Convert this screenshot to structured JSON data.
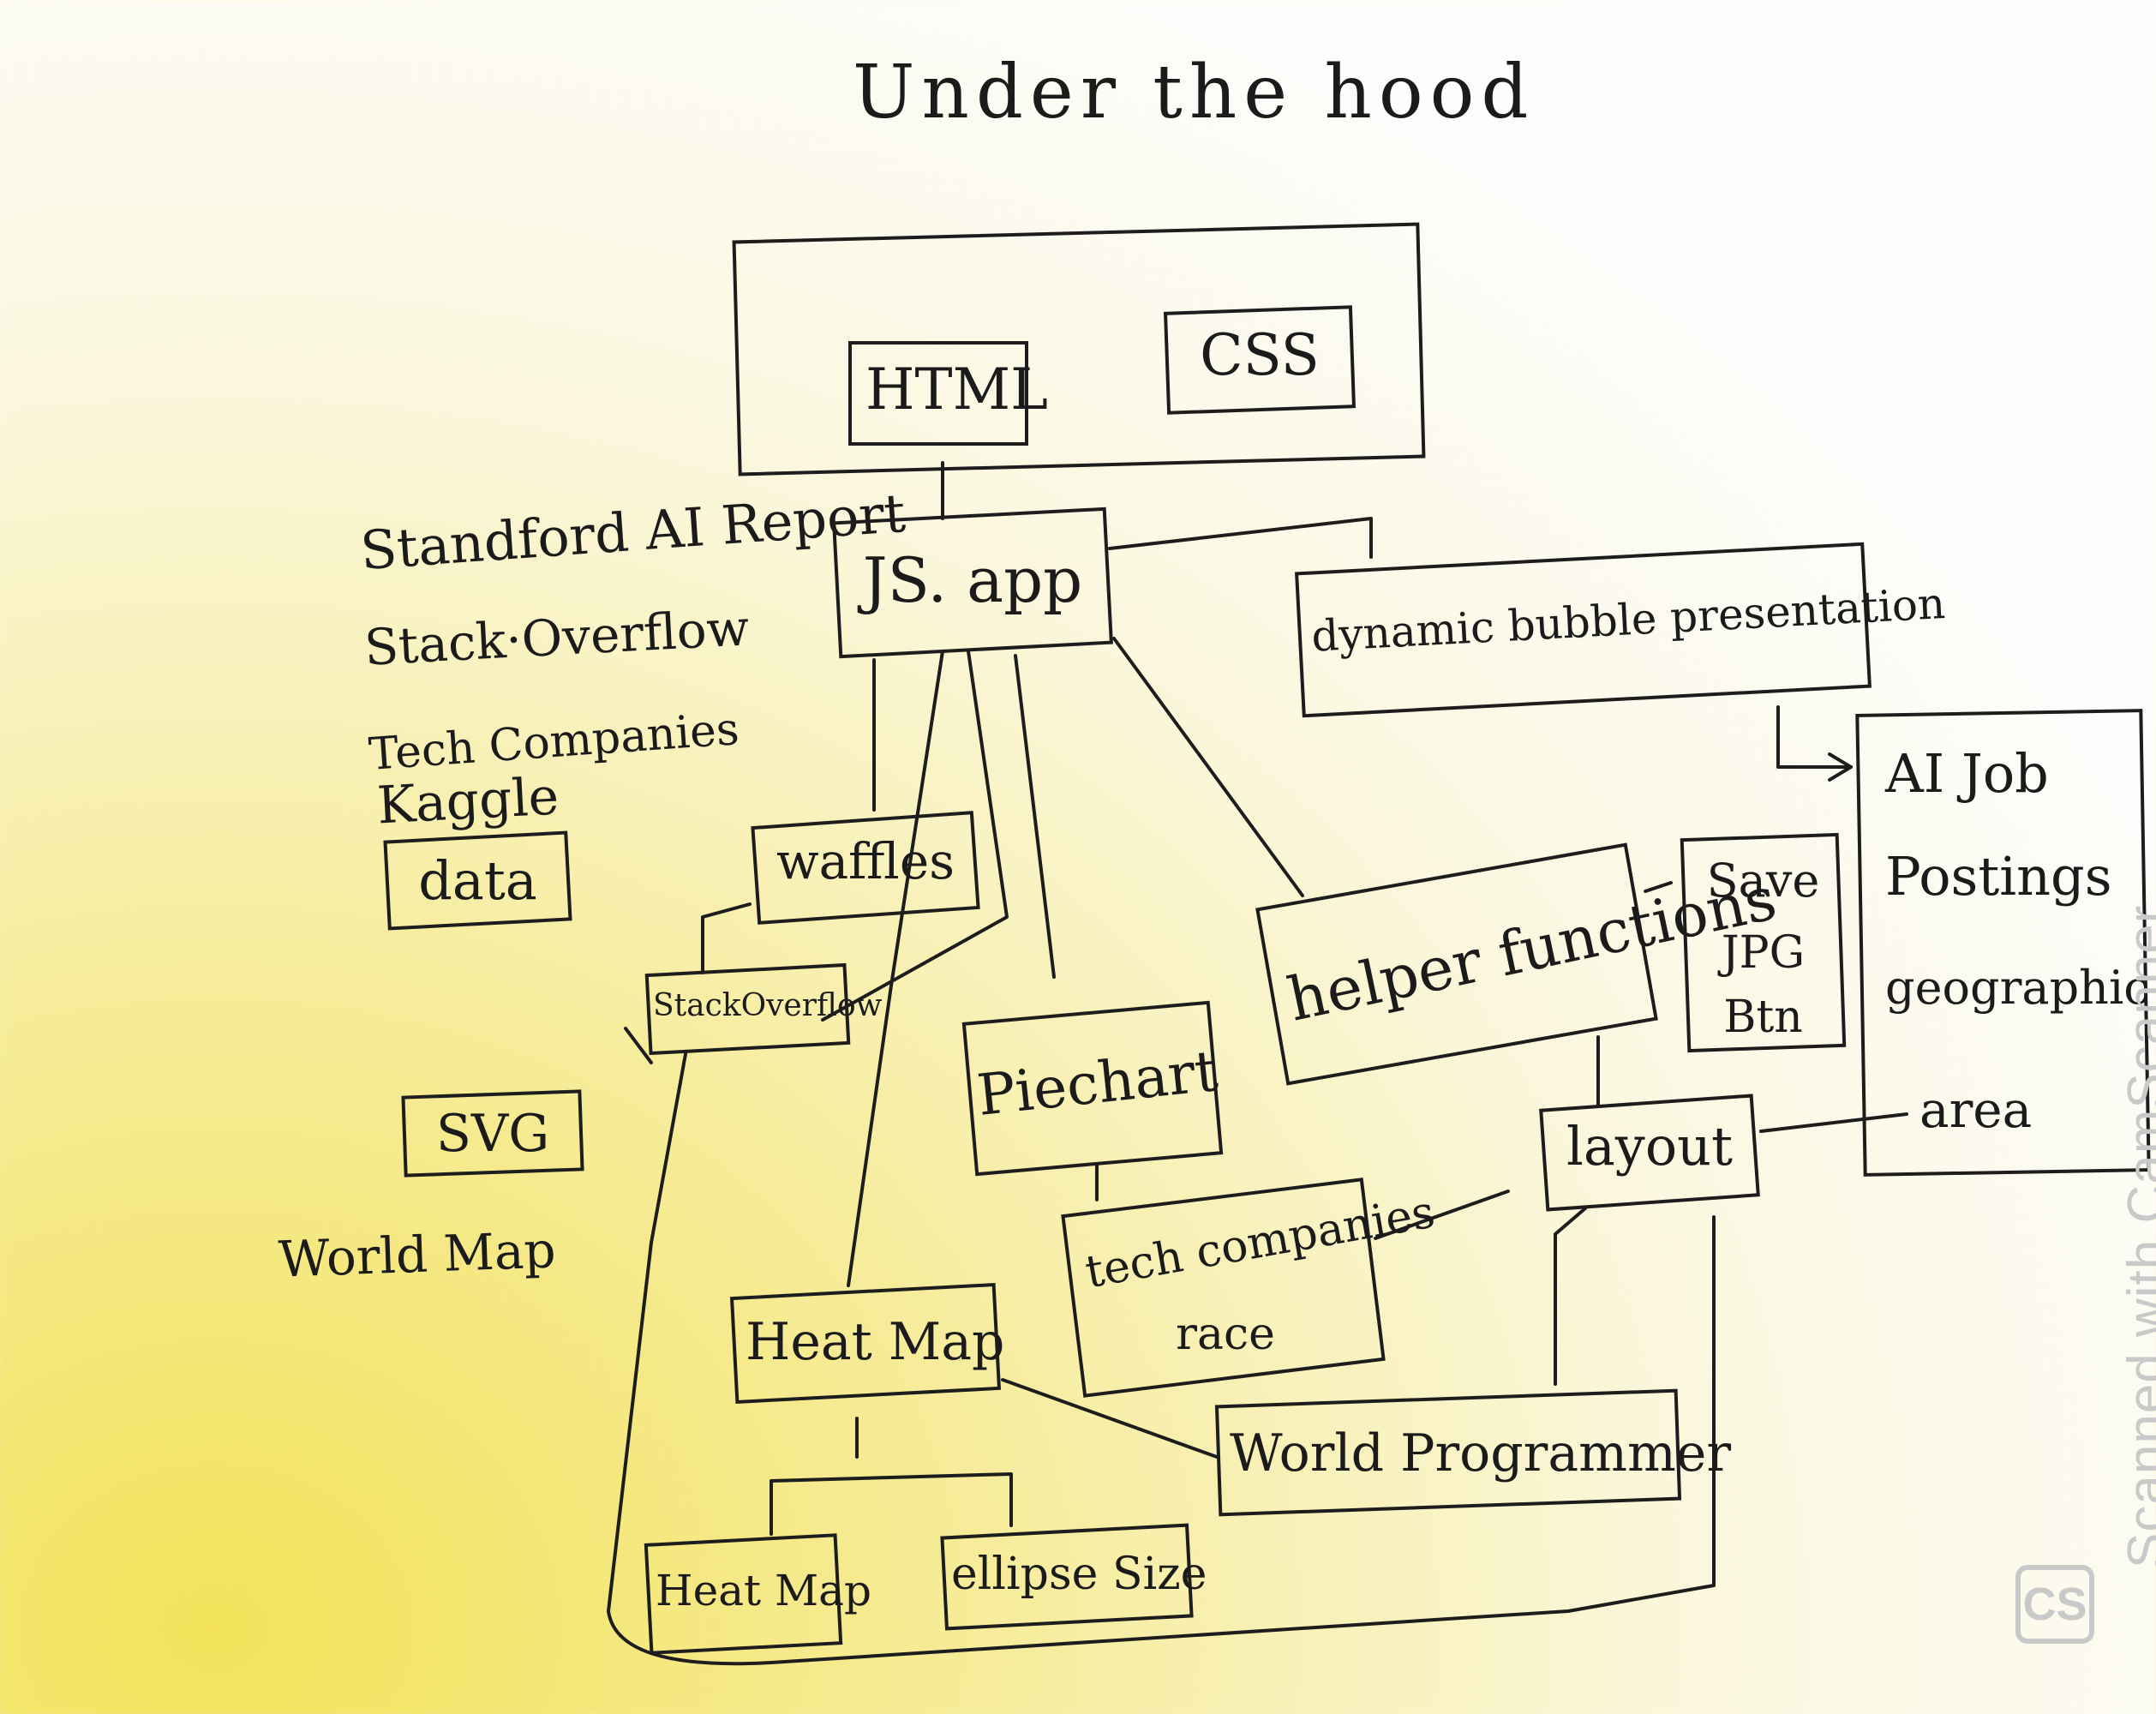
{
  "title": "Under the hood",
  "top_box": {
    "html": "HTML",
    "css": "CSS"
  },
  "sources": [
    "Standford AI Report",
    "Stack·Overflow",
    "Tech Companies",
    "Kaggle"
  ],
  "nodes": {
    "data": "data",
    "js_app": "JS. app",
    "dynamic_bubble": "dynamic bubble presentation",
    "ai_job": [
      "AI Job",
      "Postings",
      "geographic",
      "area"
    ],
    "waffles": "waffles",
    "stackoverflow": "StackOverflow",
    "svg": "SVG",
    "world_map": "World Map",
    "piechart": "Piechart",
    "helper_functions": "helper functions",
    "save_jpg": [
      "Save",
      "JPG",
      "Btn"
    ],
    "layout": "layout",
    "tech_companies_race": [
      "tech companies",
      "race"
    ],
    "heat_map_top": "Heat Map",
    "world_programmer": "World Programmer",
    "heat_map": "Heat Map",
    "ellipse_size": "ellipse Size"
  },
  "watermark": "Scanned with CamScanner",
  "watermark_logo": "CS"
}
